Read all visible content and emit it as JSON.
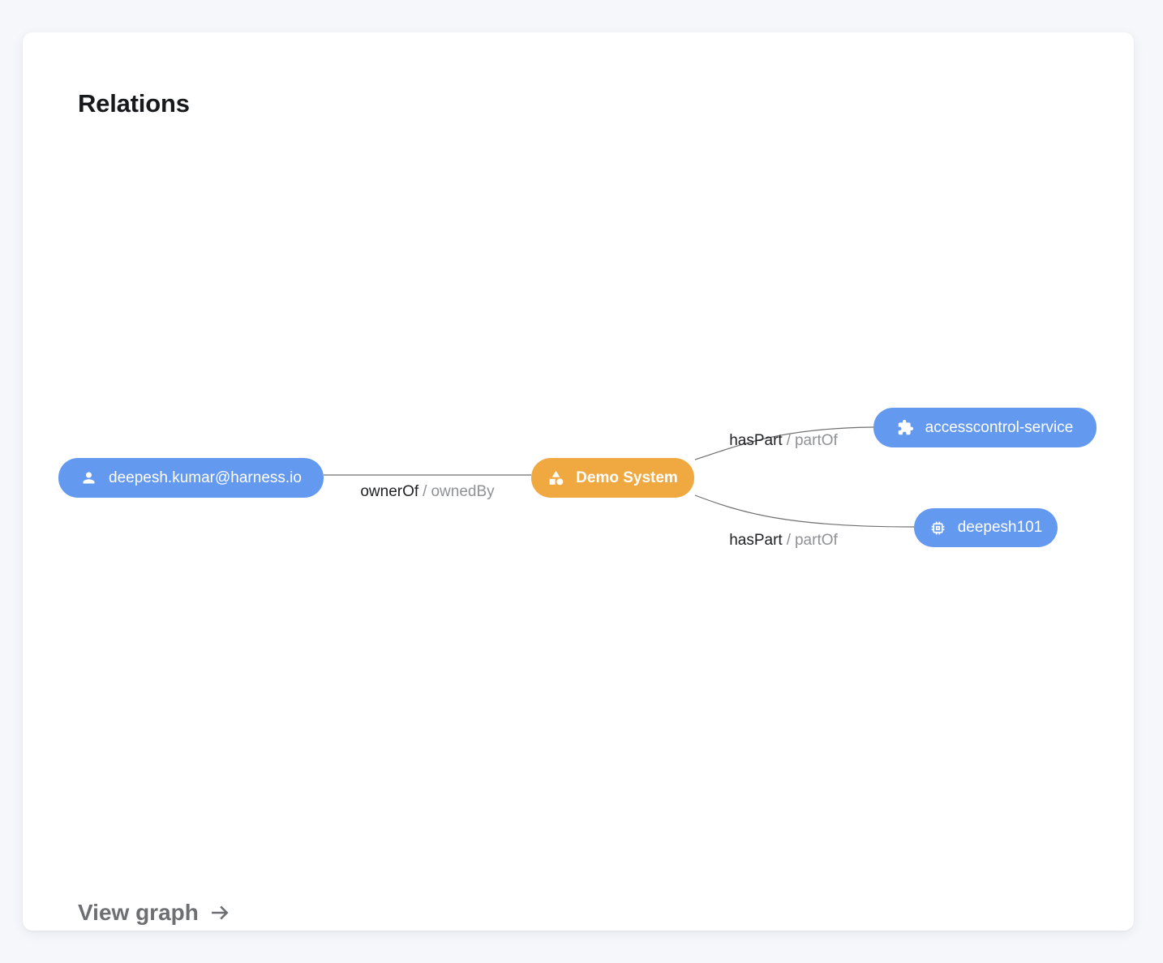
{
  "page": {
    "background_color": "#f6f7fb"
  },
  "card": {
    "title": "Relations",
    "background_color": "#ffffff"
  },
  "graph": {
    "edge_line_color": "#6f6f6f",
    "edge_label_primary_color": "#202124",
    "edge_label_secondary_color": "#8f9194",
    "node_colors": {
      "blue": "#6499f0",
      "orange": "#f0a941"
    },
    "nodes": [
      {
        "label": "deepesh.kumar@harness.io",
        "icon": "user-icon",
        "color": "#6499f0"
      },
      {
        "label": "Demo System",
        "icon": "category-icon",
        "color": "#f0a941"
      },
      {
        "label": "accesscontrol-service",
        "icon": "puzzle-icon",
        "color": "#6499f0"
      },
      {
        "label": "deepesh101",
        "icon": "chip-icon",
        "color": "#6499f0"
      }
    ],
    "edges": [
      {
        "forward": "ownerOf",
        "separator": "/",
        "reverse": "ownedBy"
      },
      {
        "forward": "hasPart",
        "separator": "/",
        "reverse": "partOf"
      },
      {
        "forward": "hasPart",
        "separator": "/",
        "reverse": "partOf"
      }
    ]
  },
  "footer": {
    "link_label": "View graph",
    "arrow_icon": "arrow-right-icon",
    "color": "#6d6f73"
  }
}
